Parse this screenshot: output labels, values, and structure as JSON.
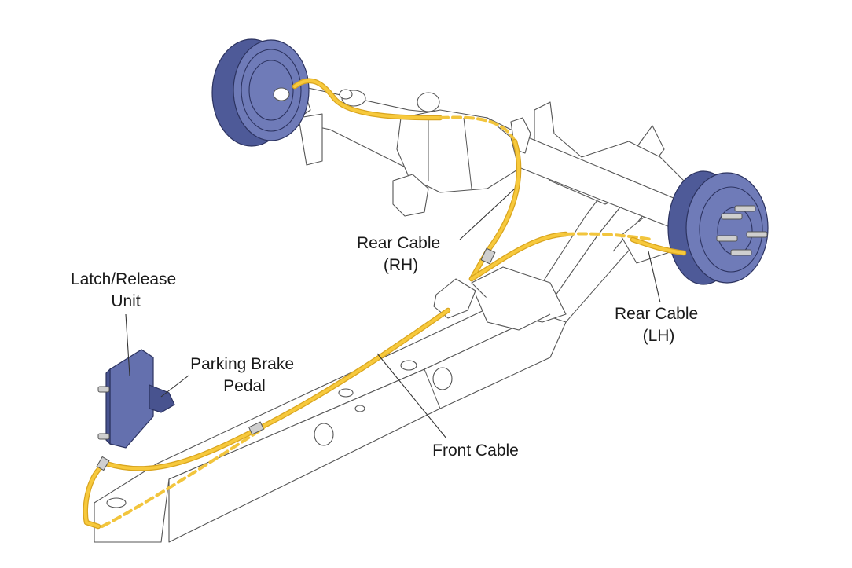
{
  "labels": {
    "rear_cable_rh": [
      "Rear Cable",
      "(RH)"
    ],
    "rear_cable_lh": [
      "Rear Cable",
      "(LH)"
    ],
    "latch_release_unit": [
      "Latch/Release",
      "Unit"
    ],
    "parking_brake_pedal": [
      "Parking Brake",
      "Pedal"
    ],
    "front_cable": "Front Cable"
  },
  "colors": {
    "cable": "#f7c93c",
    "drum": "#5864a6",
    "latch_unit": "#6470ae",
    "frame_outline": "#555555"
  }
}
